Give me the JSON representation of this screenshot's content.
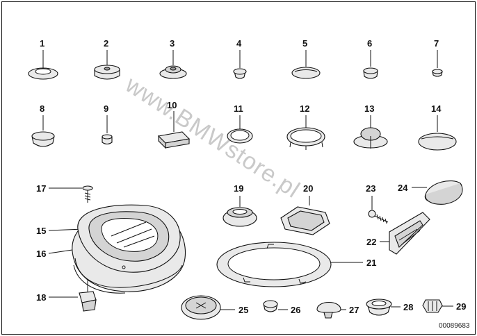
{
  "diagram": {
    "part_numbers": [
      "1",
      "2",
      "3",
      "4",
      "5",
      "6",
      "7",
      "8",
      "9",
      "10",
      "11",
      "12",
      "13",
      "14",
      "15",
      "16",
      "17",
      "18",
      "19",
      "20",
      "21",
      "22",
      "23",
      "24",
      "25",
      "26",
      "27",
      "28",
      "29"
    ],
    "watermark": "www.BMWstore.pl",
    "diagram_code": "00089683"
  }
}
